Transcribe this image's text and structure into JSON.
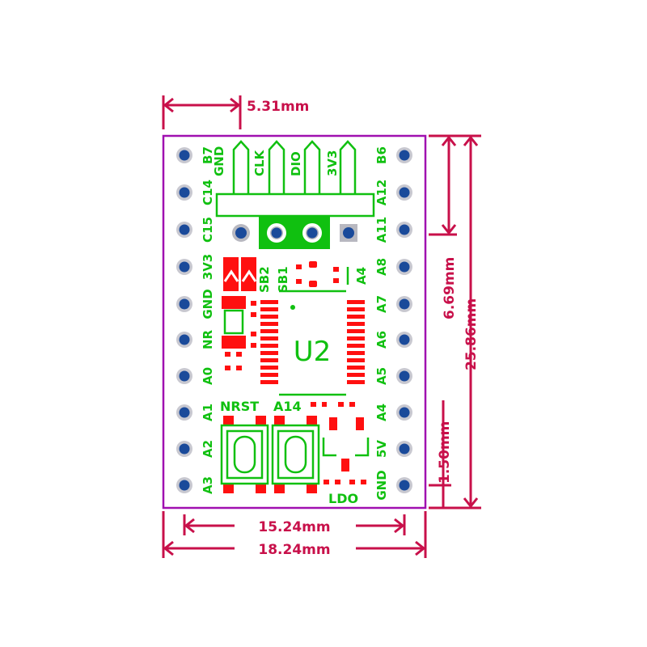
{
  "colors": {
    "board_outline": "#a010b0",
    "silkscreen": "#10c010",
    "copper": "#ff1010",
    "pad": "#1a4a9a",
    "dimension": "#c8104a"
  },
  "left_pins": [
    "B7",
    "C14",
    "C15",
    "3V3",
    "GND",
    "NR",
    "A0",
    "A1",
    "A2",
    "A3"
  ],
  "right_pins": [
    "B6",
    "A12",
    "A11",
    "A8",
    "A7",
    "A6",
    "A5",
    "A4",
    "5V",
    "GND"
  ],
  "header_pins": [
    "GND",
    "CLK",
    "DIO",
    "3V3"
  ],
  "silk": {
    "sb2": "SB2",
    "sb1": "SB1",
    "a4": "A4",
    "u2": "U2",
    "nrst": "NRST",
    "a14": "A14",
    "ldo": "LDO"
  },
  "dimensions": {
    "top": "5.31mm",
    "right_upper": "6.69mm",
    "right_full": "25.86mm",
    "right_lower": "1.50mm",
    "bottom_inner": "15.24mm",
    "bottom_outer": "18.24mm"
  }
}
